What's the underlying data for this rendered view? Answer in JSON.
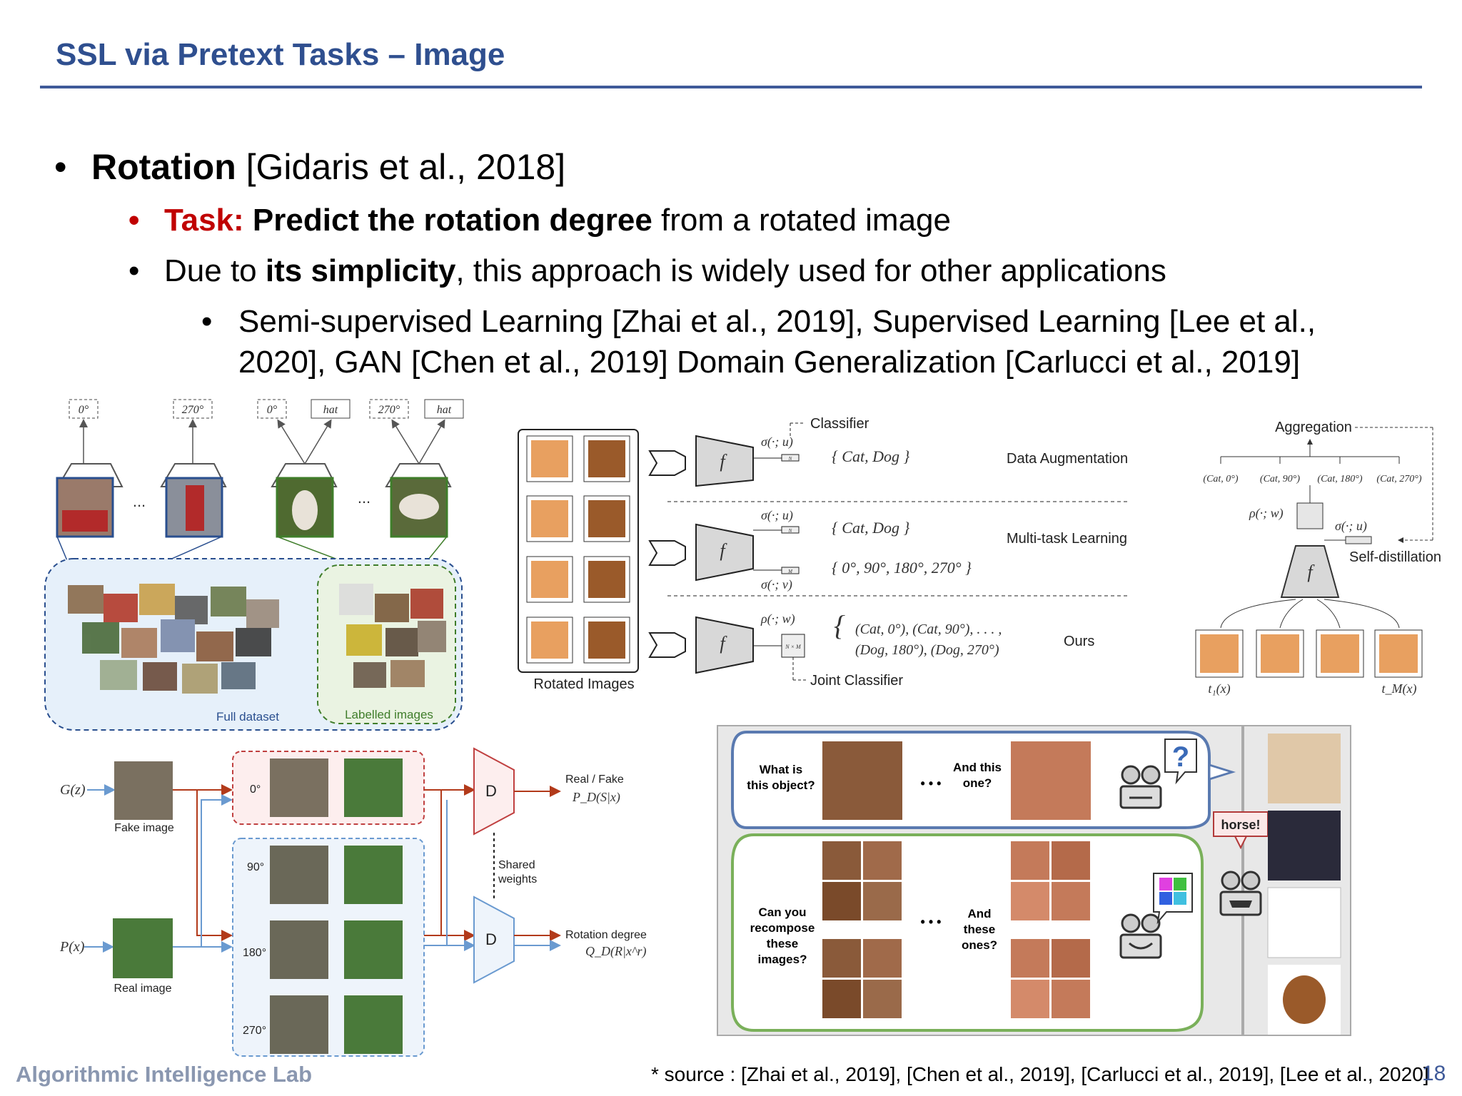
{
  "slide": {
    "title": "SSL via Pretext Tasks – Image",
    "bullet_main": {
      "term": "Rotation",
      "cite": " [Gidaris et al., 2018]"
    },
    "bullet_task": {
      "label": "Task:",
      "bold_text": " Predict the rotation degree",
      "rest": " from a rotated image"
    },
    "bullet_simple": {
      "pre": "Due to ",
      "bold_text": "its simplicity",
      "rest": ", this approach is widely used for other applications"
    },
    "bullet_apps": {
      "line1": "Semi-supervised Learning [Zhai et al., 2019], Supervised Learning [Lee et al.,",
      "line2": "2020], GAN [Chen et al., 2019] Domain Generalization [Carlucci et al., 2019]"
    },
    "footer_left": "Algorithmic Intelligence Lab",
    "footer_source": "* source : [Zhai et al., 2019], [Chen et al., 2019], [Carlucci et al., 2019], [Lee et al., 2020]",
    "page_number": "18"
  },
  "fig_semi": {
    "tags": [
      "0°",
      "270°",
      "0°",
      "hat",
      "270°",
      "hat"
    ],
    "ellipsis": "...",
    "full_dataset": "Full dataset",
    "labelled_images": "Labelled images"
  },
  "fig_supervised": {
    "classifier": "Classifier",
    "joint_classifier": "Joint Classifier",
    "rotated_images": "Rotated Images",
    "rows": [
      {
        "method": "Data Augmentation",
        "head": "σ(·; u)",
        "set": "{ Cat, Dog }"
      },
      {
        "method": "Multi-task Learning",
        "head": "σ(·; u)",
        "set": "{ Cat, Dog }",
        "head2": "σ(·; v)",
        "set2": "{ 0°, 90°, 180°, 270° }"
      },
      {
        "method": "Ours",
        "head": "ρ(·; w)",
        "set": "(Cat, 0°), (Cat, 90°), . . . ,",
        "set_line2": "(Dog, 180°), (Dog, 270°)"
      }
    ],
    "f": "f",
    "dim_labels": [
      "N",
      "N",
      "M",
      "N × M"
    ],
    "aggregation": "Aggregation",
    "self_distillation": "Self-distillation",
    "agg_labels": [
      "(Cat, 0°)",
      "(Cat, 90°)",
      "(Cat, 180°)",
      "(Cat, 270°)"
    ],
    "rho": "ρ(·; w)",
    "sigma": "σ(·; u)",
    "t1": "t₁(x)",
    "tm": "t_M(x)"
  },
  "fig_gan": {
    "gz": "G(z)",
    "px": "P(x)",
    "fake_image": "Fake image",
    "real_image": "Real image",
    "deg_0": "0°",
    "deg_90": "90°",
    "deg_180": "180°",
    "deg_270": "270°",
    "d": "D",
    "real_fake": "Real / Fake",
    "pd_s": "P_D(S|x)",
    "shared": "Shared",
    "weights": "weights",
    "rotation_degree": "Rotation degree",
    "qd_r": "Q_D(R|x^r)"
  },
  "fig_jigsaw": {
    "q1_line1": "What is",
    "q1_line2": "this object?",
    "q2_line1": "And this",
    "q2_line2": "one?",
    "q3_line1": "Can you",
    "q3_line2": "recompose",
    "q3_line3": "these",
    "q3_line4": "images?",
    "q4_line1": "And",
    "q4_line2": "these",
    "q4_line3": "ones?",
    "dots": "• • •",
    "qmark": "?",
    "horse": "horse!"
  },
  "colors": {
    "title": "#2f4f8f",
    "accent_red": "#c00000",
    "footer_gray": "#8a97b0",
    "blue_frame": "#2a4f8f",
    "green_frame": "#3f7d2a"
  }
}
